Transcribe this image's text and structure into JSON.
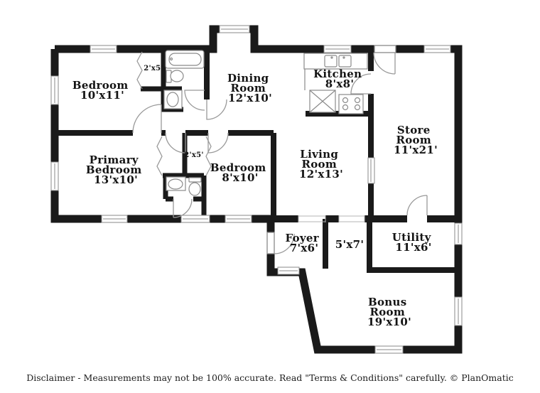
{
  "rooms": {
    "bedroom1": {
      "lines": [
        "Bedroom",
        "10'x11'"
      ]
    },
    "closet1": {
      "lines": [
        "2'x5'"
      ]
    },
    "dining": {
      "lines": [
        "Dining",
        "Room",
        "12'x10'"
      ]
    },
    "kitchen": {
      "lines": [
        "Kitchen",
        "8'x8'"
      ]
    },
    "store": {
      "lines": [
        "Store",
        "Room",
        "11'x21'"
      ]
    },
    "primary": {
      "lines": [
        "Primary",
        "Bedroom",
        "13'x10'"
      ]
    },
    "closet2": {
      "lines": [
        "2'x5'"
      ]
    },
    "bedroom2": {
      "lines": [
        "Bedroom",
        "8'x10'"
      ]
    },
    "living": {
      "lines": [
        "Living",
        "Room",
        "12'x13'"
      ]
    },
    "foyer": {
      "lines": [
        "Foyer",
        "7'x6'"
      ]
    },
    "hall5x7": {
      "lines": [
        "5'x7'"
      ]
    },
    "utility": {
      "lines": [
        "Utility",
        "11'x6'"
      ]
    },
    "bonus": {
      "lines": [
        "Bonus",
        "Room",
        "19'x10'"
      ]
    }
  },
  "footer": {
    "disclaimer": "Disclaimer - Measurements may not be 100% accurate. Read \"Terms & Conditions\" carefully. © PlanOmatic"
  },
  "colors": {
    "wall": "#1a1a1a",
    "door": "#999999",
    "window_frame": "#8a8a8a",
    "fixture": "#8a8a8a",
    "text": "#141414",
    "background": "#ffffff"
  }
}
